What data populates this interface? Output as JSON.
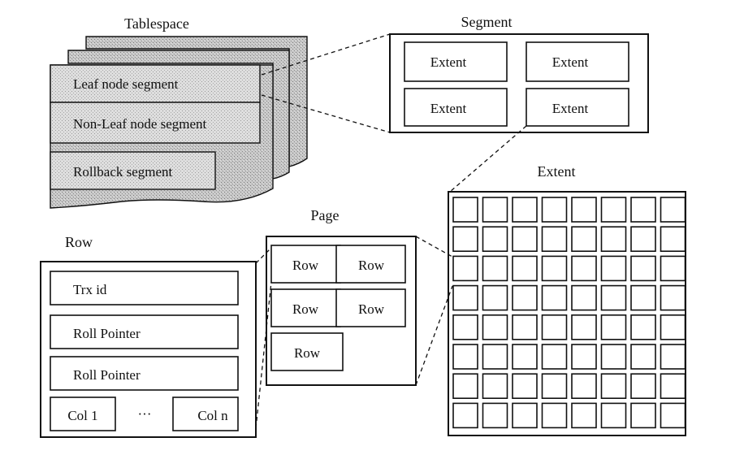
{
  "tablespace": {
    "title": "Tablespace",
    "segments": [
      "Leaf node segment",
      "Non-Leaf node segment",
      "Rollback segment"
    ]
  },
  "segment": {
    "title": "Segment",
    "extents": [
      "Extent",
      "Extent",
      "Extent",
      "Extent"
    ]
  },
  "extent": {
    "title": "Extent",
    "grid_rows": 8,
    "grid_cols": 8
  },
  "page": {
    "title": "Page",
    "rows": [
      "Row",
      "Row",
      "Row",
      "Row",
      "Row"
    ]
  },
  "row": {
    "title": "Row",
    "fields": [
      "Trx id",
      "Roll Pointer",
      "Roll Pointer"
    ],
    "col_first": "Col 1",
    "ellipsis": "···",
    "col_last": "Col n"
  }
}
